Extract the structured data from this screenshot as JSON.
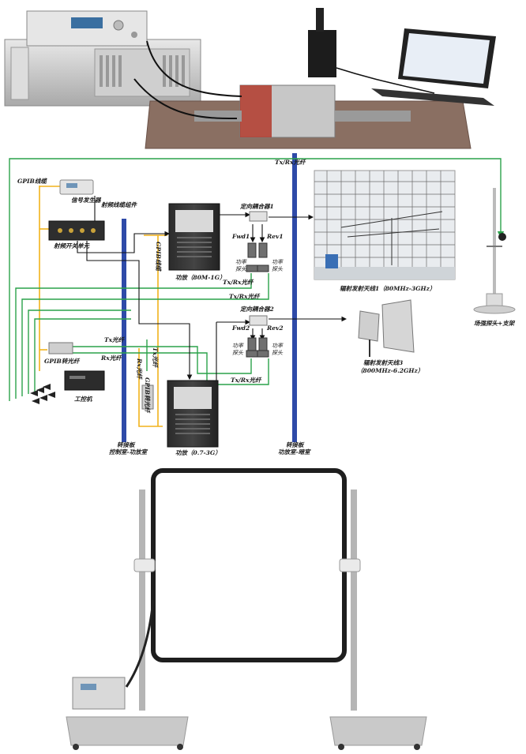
{
  "diagram": {
    "labels": {
      "txrx_top": "Tx/Rx光纤",
      "gpib_cable": "GPIB线缆",
      "signal_gen": "信号发生器",
      "rf_cable": "射频线缆组件",
      "rf_switch": "射频开关单元",
      "gpib_line": "GPIB线缆",
      "amp1": "功放（80M-1G）",
      "coupler1": "定向耦合器1",
      "fwd1": "Fwd1",
      "rev1": "Rev1",
      "probe1a": "功率\n探头",
      "probe1b": "功率\n探头",
      "txrx_mid1": "Tx/Rx光纤",
      "txrx_mid2": "Tx/Rx光纤",
      "coupler2": "定向耦合器2",
      "fwd2": "Fwd2",
      "rev2": "Rev2",
      "probe2a": "功率\n探头",
      "probe2b": "功率\n探头",
      "txrx_mid3": "Tx/Rx光纤",
      "tx_fiber": "Tx光纤",
      "rx_fiber": "Rx光纤",
      "gpib_conv": "GPIB转光纤",
      "rx_fiber_v": "Rx光纤",
      "gpib_conv_v": "GPIB转光纤",
      "tx_fiber_v": "Tx光纤",
      "ipc": "工控机",
      "amp2": "功放（0.7-3G）",
      "panel1": "转接板\n控制室-功放室",
      "panel2": "转接板\n功放室-暗室",
      "antenna1": "辐射发射天线1（80MHz-3GHz）",
      "antenna3": "辐射发射天线3\n（800MHz-6.2GHz）",
      "field_probe": "场强探头+支架"
    },
    "colors": {
      "fiber_green": "#2aa24a",
      "gpib_yellow": "#f2b21b",
      "panel_blue": "#2e4aa8",
      "cable_black": "#111111"
    }
  }
}
